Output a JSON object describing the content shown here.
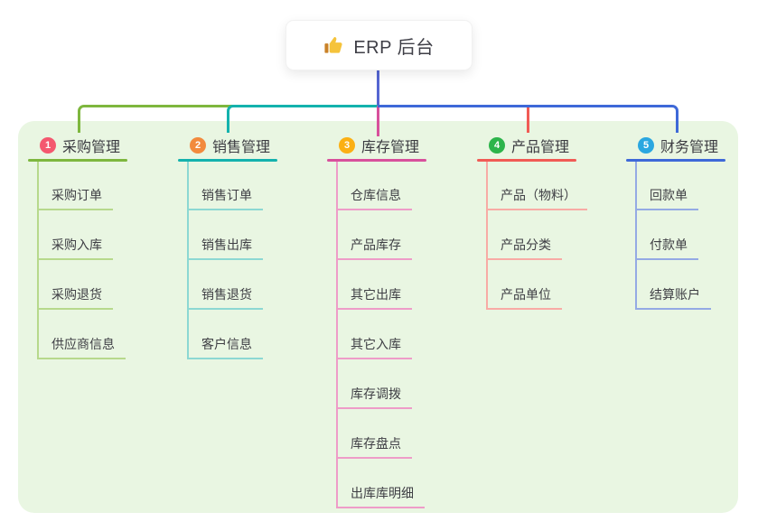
{
  "root": {
    "label": "ERP 后台",
    "icon": "thumbs-up-icon",
    "line_color": "#5566d2"
  },
  "panel": {
    "background": "#e9f6e2"
  },
  "branches": [
    {
      "index": "1",
      "title": "采购管理",
      "color": "#7eb73e",
      "color_light": "#b7d98c",
      "badge_color": "#f4586f",
      "items": [
        "采购订单",
        "采购入库",
        "采购退货",
        "供应商信息"
      ]
    },
    {
      "index": "2",
      "title": "销售管理",
      "color": "#14b2ad",
      "color_light": "#8cd8d3",
      "badge_color": "#f28a3d",
      "items": [
        "销售订单",
        "销售出库",
        "销售退货",
        "客户信息"
      ]
    },
    {
      "index": "3",
      "title": "库存管理",
      "color": "#d8509c",
      "color_light": "#ee9cc8",
      "badge_color": "#fbb014",
      "items": [
        "仓库信息",
        "产品库存",
        "其它出库",
        "其它入库",
        "库存调拨",
        "库存盘点",
        "出库库明细"
      ]
    },
    {
      "index": "4",
      "title": "产品管理",
      "color": "#f15b55",
      "color_light": "#f8aba5",
      "badge_color": "#2db44b",
      "items": [
        "产品（物料）",
        "产品分类",
        "产品单位"
      ]
    },
    {
      "index": "5",
      "title": "财务管理",
      "color": "#3e69d8",
      "color_light": "#94aae4",
      "badge_color": "#2aa7e0",
      "items": [
        "回款单",
        "付款单",
        "结算账户"
      ]
    }
  ]
}
